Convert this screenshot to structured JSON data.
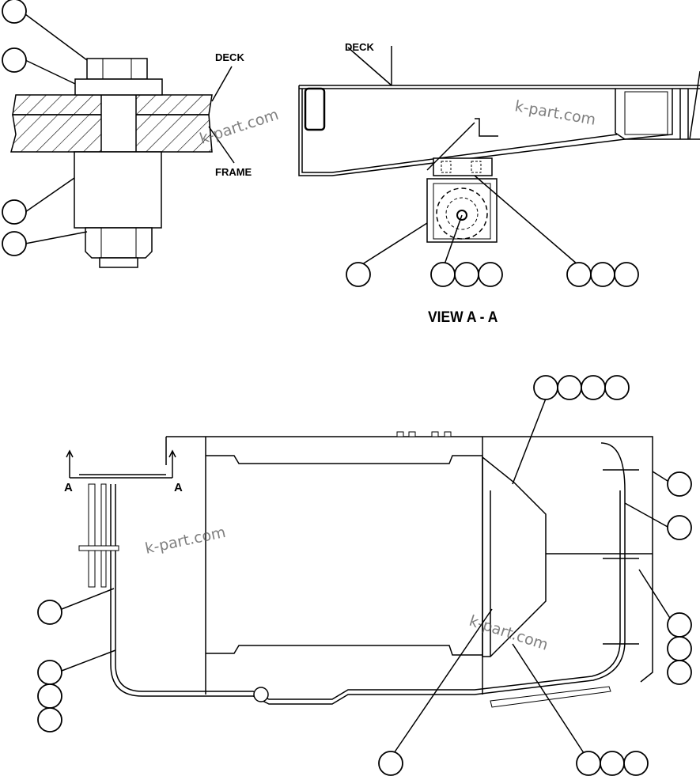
{
  "labels": {
    "deck_detail": "DECK",
    "frame_detail": "FRAME",
    "deck_view": "DECK",
    "view_title": "VIEW A - A",
    "section_left": "A",
    "section_right": "A"
  },
  "watermarks": [
    "k-part.com",
    "k-part.com",
    "k-part.com",
    "k-part.com"
  ],
  "icons": {
    "balloon": "callout-balloon-icon",
    "arrow": "section-arrow-icon"
  }
}
